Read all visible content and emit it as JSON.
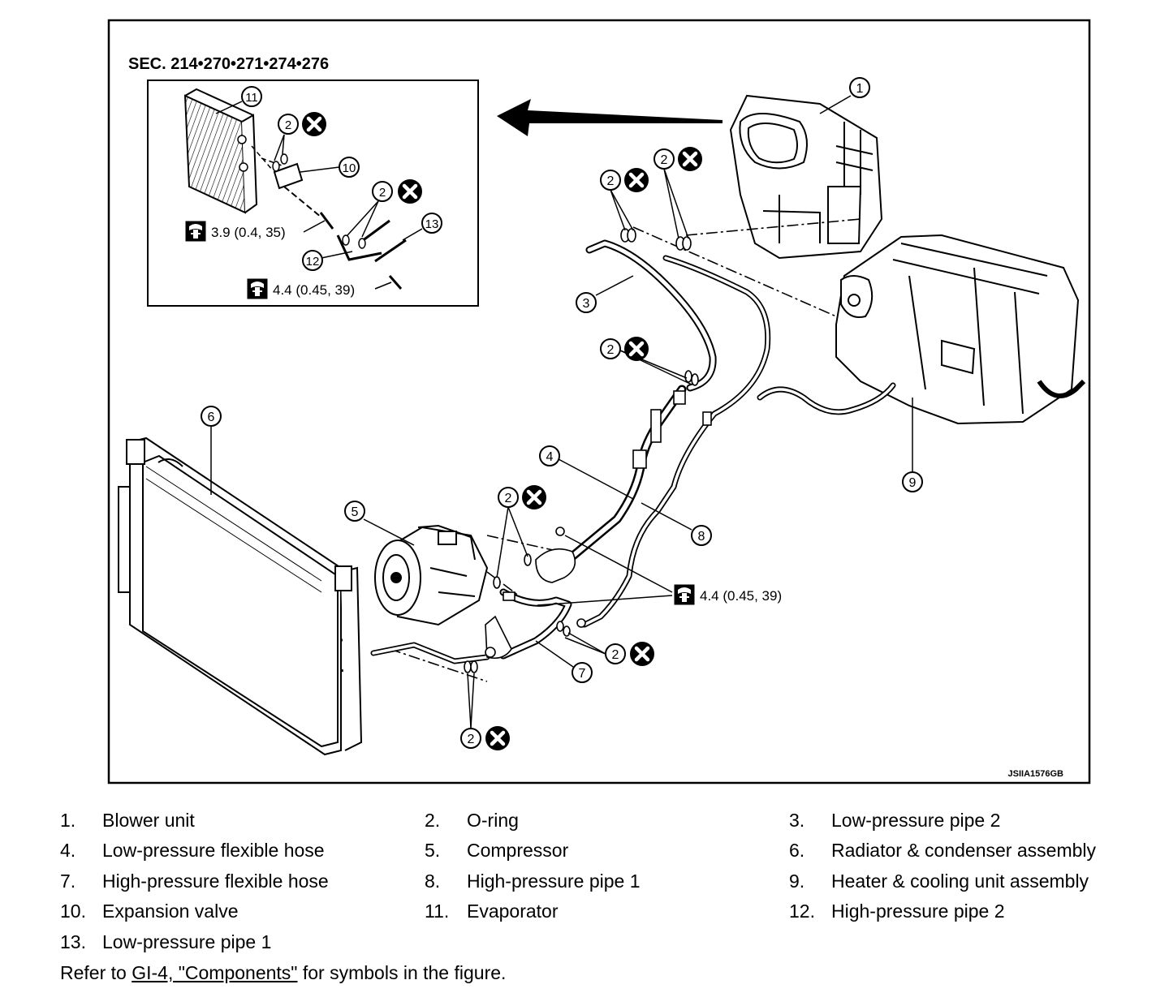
{
  "section_title": "SEC. 214•270•271•274•276",
  "figure_code": "JSIIA1576GB",
  "torques": {
    "inset_a": "3.9 (0.4, 35)",
    "inset_b": "4.4 (0.45, 39)",
    "main": "4.4 (0.45, 39)"
  },
  "callouts": {
    "c1": "1",
    "c2": "2",
    "c3": "3",
    "c4": "4",
    "c5": "5",
    "c6": "6",
    "c7": "7",
    "c8": "8",
    "c9": "9",
    "c10": "10",
    "c11": "11",
    "c12": "12",
    "c13": "13"
  },
  "legend": [
    {
      "num": "1.",
      "label": "Blower unit"
    },
    {
      "num": "2.",
      "label": "O-ring"
    },
    {
      "num": "3.",
      "label": "Low-pressure pipe 2"
    },
    {
      "num": "4.",
      "label": "Low-pressure flexible hose"
    },
    {
      "num": "5.",
      "label": "Compressor"
    },
    {
      "num": "6.",
      "label": "Radiator & condenser assembly"
    },
    {
      "num": "7.",
      "label": "High-pressure flexible hose"
    },
    {
      "num": "8.",
      "label": "High-pressure pipe 1"
    },
    {
      "num": "9.",
      "label": "Heater & cooling unit assembly"
    },
    {
      "num": "10.",
      "label": "Expansion valve"
    },
    {
      "num": "11.",
      "label": "Evaporator"
    },
    {
      "num": "12.",
      "label": "High-pressure pipe 2"
    },
    {
      "num": "13.",
      "label": "Low-pressure pipe 1"
    }
  ],
  "note": {
    "prefix": "Refer to ",
    "link": "GI-4, \"Components\"",
    "suffix": " for symbols in the figure."
  }
}
